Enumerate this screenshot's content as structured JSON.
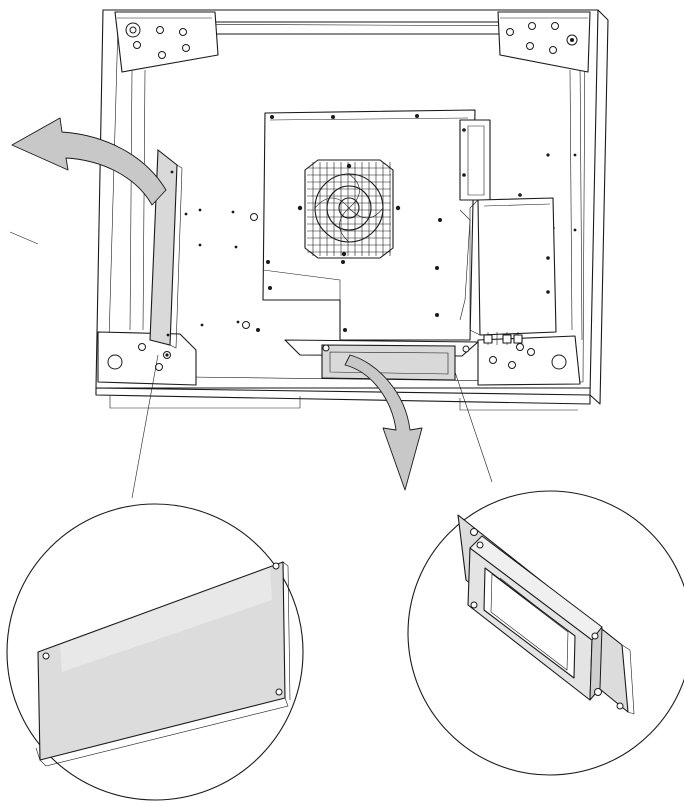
{
  "colors": {
    "line": "#1a1a1a",
    "background": "#ffffff",
    "arrow_fill": "#c8c8c8",
    "panel_fill": "#d9d9d9",
    "panel_fill_light": "#e6e6e6"
  },
  "parts": {
    "housing": "unit-housing",
    "fan": "fan-grille",
    "left_cover": "left-cover-plate",
    "bottom_flange": "duct-flange",
    "left_detail": "detail-cover-plate",
    "right_detail": "detail-duct-flange"
  },
  "icons": {
    "left_arrow": "curved-arrow-left-icon",
    "down_arrow": "curved-arrow-down-icon"
  }
}
